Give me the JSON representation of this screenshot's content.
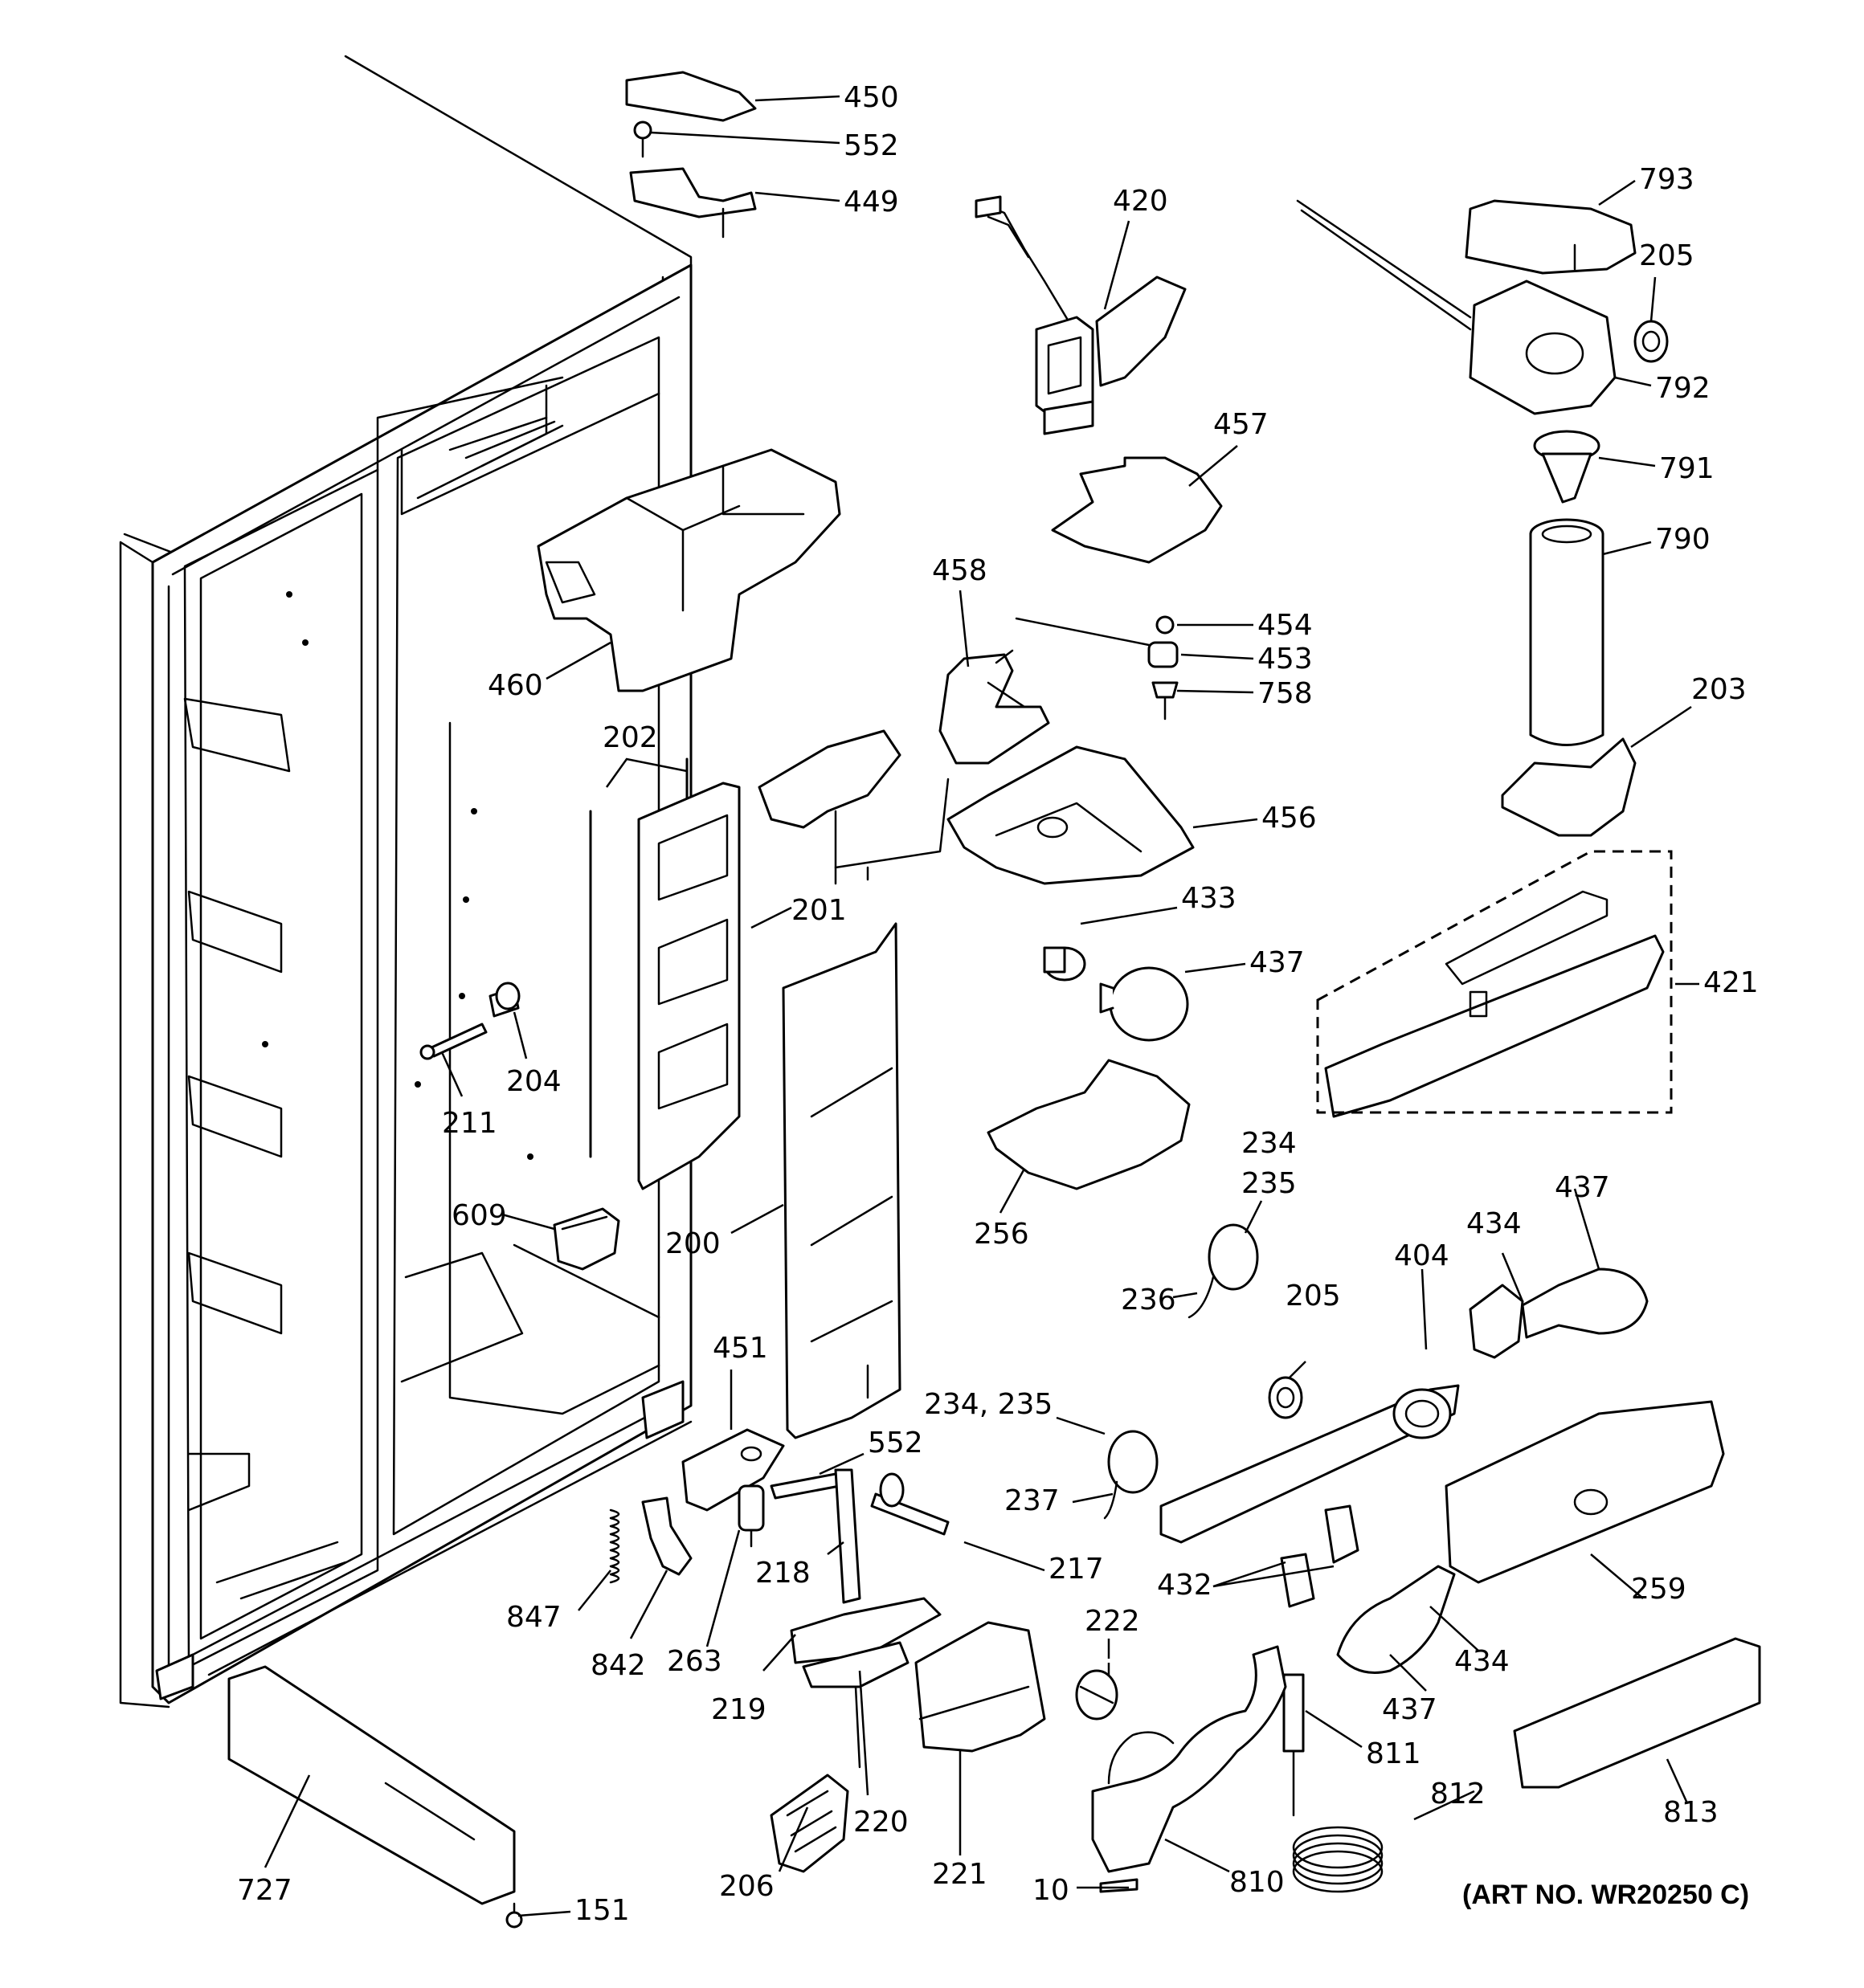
{
  "diagram": {
    "art_number": "(ART NO. WR20250 C)",
    "labels": {
      "p450": "450",
      "p552a": "552",
      "p449": "449",
      "p420": "420",
      "p793": "793",
      "p205a": "205",
      "p792": "792",
      "p457": "457",
      "p791": "791",
      "p790": "790",
      "p458": "458",
      "p454": "454",
      "p453": "453",
      "p758": "758",
      "p460": "460",
      "p202": "202",
      "p203": "203",
      "p456": "456",
      "p201": "201",
      "p433": "433",
      "p437a": "437",
      "p421": "421",
      "p204": "204",
      "p211": "211",
      "p234a": "234",
      "p235a": "235",
      "p609": "609",
      "p200": "200",
      "p256": "256",
      "p437b": "437",
      "p434a": "434",
      "p404": "404",
      "p205b": "205",
      "p236": "236",
      "p451": "451",
      "p234b": "234, 235",
      "p552b": "552",
      "p237": "237",
      "p218": "218",
      "p217": "217",
      "p432": "432",
      "p259": "259",
      "p847": "847",
      "p222": "222",
      "p434b": "434",
      "p842": "842",
      "p263": "263",
      "p219": "219",
      "p437c": "437",
      "p811": "811",
      "p812": "812",
      "p813": "813",
      "p220": "220",
      "p221": "221",
      "p727": "727",
      "p151": "151",
      "p206": "206",
      "p10": "10",
      "p810": "810"
    }
  }
}
